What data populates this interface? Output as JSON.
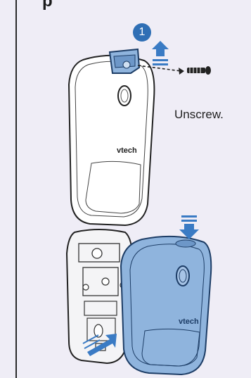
{
  "header": {
    "fragment": "p"
  },
  "step1": {
    "badge": "1",
    "instruction": "Unscrew.",
    "device_brand": "vtech"
  },
  "step2": {
    "device_brand": "vtech"
  },
  "colors": {
    "background": "#efedf6",
    "accent_blue": "#3a7bc4",
    "cover_blue": "#8fb4dd",
    "badge_blue": "#2f6fb5"
  }
}
